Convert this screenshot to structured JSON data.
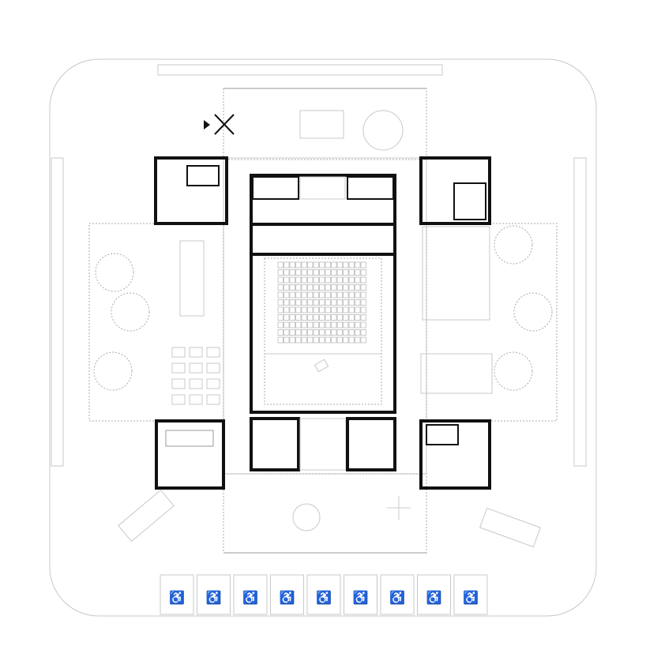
{
  "drawing": {
    "type": "floor-plan",
    "colors": {
      "background": "#ffffff",
      "wall": "#111111",
      "furniture": "#c8c8c8",
      "site": "#d0d0d0"
    },
    "auditorium": {
      "seat_rows": 11,
      "seats_per_row": 15
    },
    "parking": {
      "accessible_spaces": 9,
      "icon": "wheelchair-icon"
    },
    "trucks": 2,
    "tree_clusters": 6
  }
}
